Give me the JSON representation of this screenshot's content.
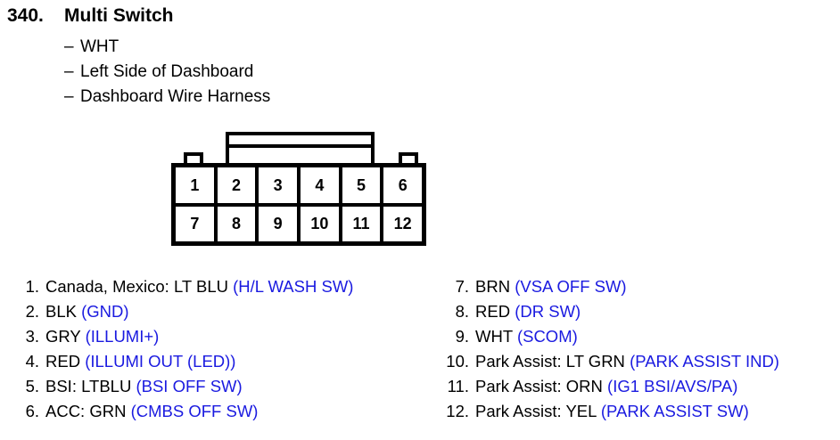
{
  "header": {
    "number": "340.",
    "title": "Multi Switch",
    "dash": "–",
    "attributes": [
      "WHT",
      "Left Side of Dashboard",
      "Dashboard Wire Harness"
    ]
  },
  "connector": {
    "name": "12-pin-connector",
    "total_pins": 12,
    "rows": [
      [
        "1",
        "2",
        "3",
        "4",
        "5",
        "6"
      ],
      [
        "7",
        "8",
        "9",
        "10",
        "11",
        "12"
      ]
    ]
  },
  "pin_list": {
    "left_column": [
      {
        "num": "1.",
        "wire": "Canada, Mexico: LT BLU ",
        "signal": "(H/L WASH SW)"
      },
      {
        "num": "2.",
        "wire": "BLK ",
        "signal": "(GND)"
      },
      {
        "num": "3.",
        "wire": "GRY ",
        "signal": "(ILLUMI+)"
      },
      {
        "num": "4.",
        "wire": "RED ",
        "signal": "(ILLUMI OUT (LED))"
      },
      {
        "num": "5.",
        "wire": "BSI: LTBLU  ",
        "signal": "(BSI OFF SW)"
      },
      {
        "num": "6.",
        "wire": "ACC: GRN ",
        "signal": "(CMBS OFF SW)"
      }
    ],
    "right_column": [
      {
        "num": "7.",
        "wire": "BRN ",
        "signal": "(VSA OFF SW)"
      },
      {
        "num": "8.",
        "wire": "RED ",
        "signal": "(DR SW)"
      },
      {
        "num": "9.",
        "wire": "WHT ",
        "signal": "(SCOM)"
      },
      {
        "num": "10.",
        "wire": "Park Assist: LT GRN ",
        "signal": "(PARK ASSIST IND)"
      },
      {
        "num": "11.",
        "wire": "Park Assist: ORN ",
        "signal": "(IG1 BSI/AVS/PA)"
      },
      {
        "num": "12.",
        "wire": "Park Assist: YEL ",
        "signal": "(PARK ASSIST SW)"
      }
    ]
  },
  "colors": {
    "signal_blue": "#1a1ae0",
    "text_black": "#000000",
    "background": "#ffffff"
  }
}
